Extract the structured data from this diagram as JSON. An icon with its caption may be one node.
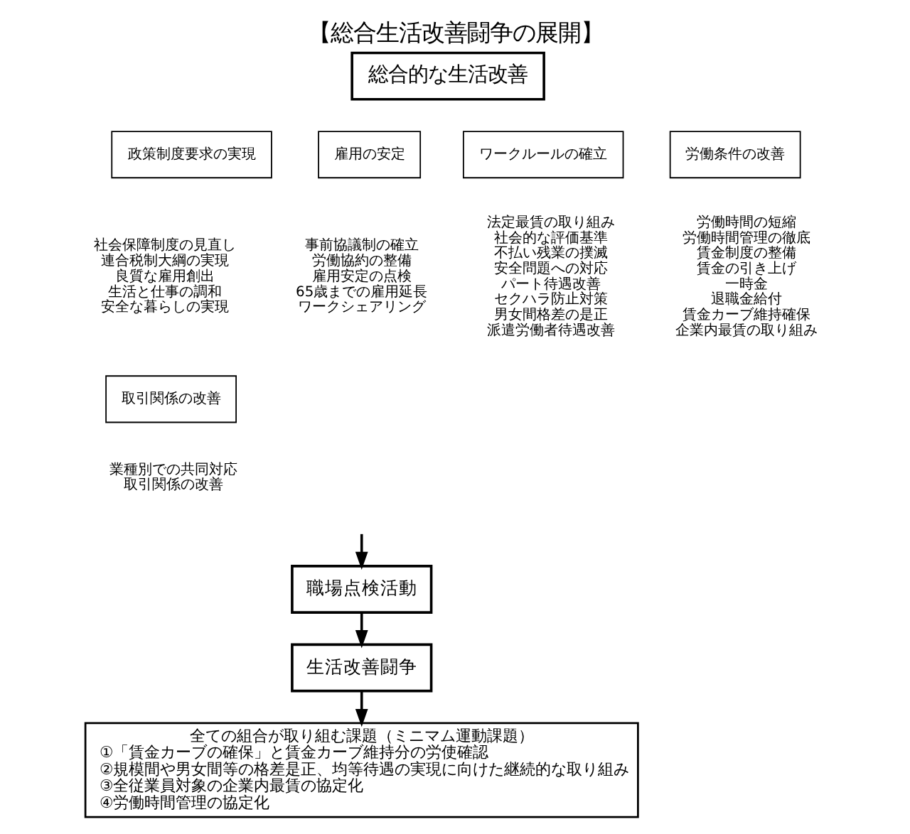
{
  "diagram": {
    "title": "【総合生活改善闘争の展開】",
    "nodes": [
      {
        "text": [
          "総合的な生活改善"
        ]
      },
      {
        "text": [
          "政策制度要求の実現"
        ],
        "beside": [
          "社会保障制度の見直し",
          "連合税制大綱の実現",
          "良質な雇用創出",
          "生活と仕事の調和",
          "安全な暮らしの実現"
        ]
      },
      {
        "text": [
          "雇用の安定"
        ],
        "beside": [
          "事前協議制の確立",
          "労働協約の整備",
          "雇用安定の点検",
          "65歳までの雇用延長",
          "ワークシェアリング"
        ]
      },
      {
        "text": [
          "ワークルールの確立"
        ],
        "beside": [
          "法定最賃の取り組み",
          "社会的な評価基準",
          "不払い残業の撲滅",
          "安全問題への対応",
          "パート待遇改善",
          "セクハラ防止対策",
          "男女間格差の是正",
          "派遣労働者待遇改善"
        ]
      },
      {
        "text": [
          "労働条件の改善"
        ],
        "beside": [
          "労働時間の短縮",
          "労働時間管理の徹底",
          "賃金制度の整備",
          "賃金の引き上げ",
          "一時金",
          "退職金給付",
          "賃金カーブ維持確保",
          "企業内最賃の取り組み"
        ]
      },
      {
        "text": [
          "取引関係の改善"
        ],
        "beside": [
          "業種別での共同対応",
          "取引関係の改善"
        ]
      },
      {
        "text": [
          "職場点検活動"
        ]
      },
      {
        "text": [
          "生活改善闘争"
        ]
      },
      {
        "text": [
          "全ての組合が取り組む課題（ミニマム運動課題）",
          "①「賃金カーブの確保」と賃金カーブ維持分の労使確認",
          "②規模間や男女間等の格差是正、均等待遇の実現に向けた継続的な取り組み",
          "③全従業員対象の企業内最賃の協定化",
          "④労働時間管理の協定化"
        ]
      }
    ],
    "edges": [
      {
        "from": null,
        "to": 6,
        "arrow": "to"
      },
      {
        "from": 6,
        "to": 7,
        "arrow": "to"
      },
      {
        "from": 7,
        "to": 8,
        "arrow": "to"
      }
    ]
  }
}
